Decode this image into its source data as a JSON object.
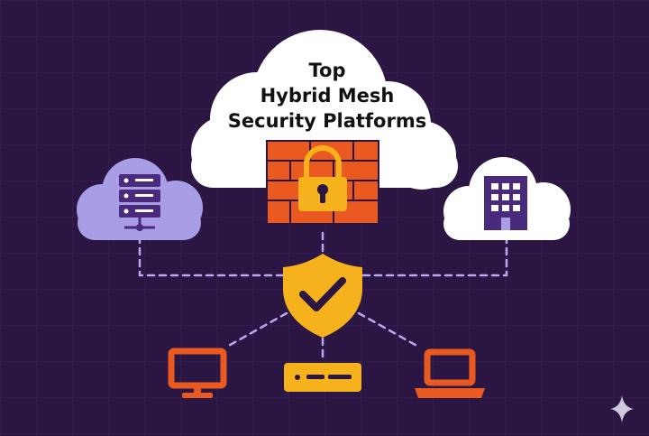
{
  "title": {
    "lines": [
      "Top",
      "Hybrid Mesh",
      "Security Platforms"
    ]
  },
  "icons": {
    "left_cloud": "server-rack-icon",
    "center": "firewall-padlock-icon",
    "right_cloud": "office-building-icon",
    "shield": "shield-checkmark-icon",
    "devices": [
      "desktop-monitor-icon",
      "network-switch-icon",
      "laptop-icon"
    ],
    "corner": "sparkle-icon"
  },
  "colors": {
    "background": "#2a1543",
    "grid": "#3a2558",
    "cloud_white": "#ffffff",
    "cloud_lavender": "#a99de6",
    "firewall_orange": "#ea5a20",
    "padlock_yellow": "#f6b21c",
    "shield_yellow": "#f6b21c",
    "building_purple": "#4a2a7c",
    "connector_dash": "#b8a9ef",
    "device_orange": "#ea5a20"
  }
}
